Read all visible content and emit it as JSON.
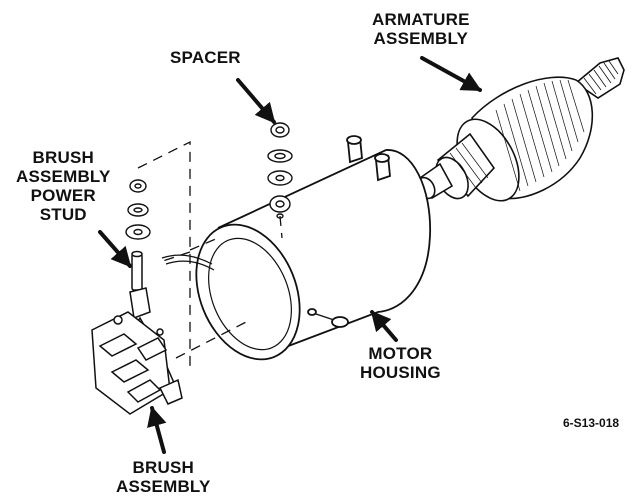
{
  "labels": {
    "armature_l1": "ARMATURE",
    "armature_l2": "ASSEMBLY",
    "spacer": "SPACER",
    "stud_l1": "BRUSH",
    "stud_l2": "ASSEMBLY",
    "stud_l3": "POWER",
    "stud_l4": "STUD",
    "housing_l1": "MOTOR",
    "housing_l2": "HOUSING",
    "brush_l1": "BRUSH",
    "brush_l2": "ASSEMBLY"
  },
  "figure_id": "6-S13-018",
  "colors": {
    "ink": "#111111",
    "paper": "#ffffff"
  }
}
